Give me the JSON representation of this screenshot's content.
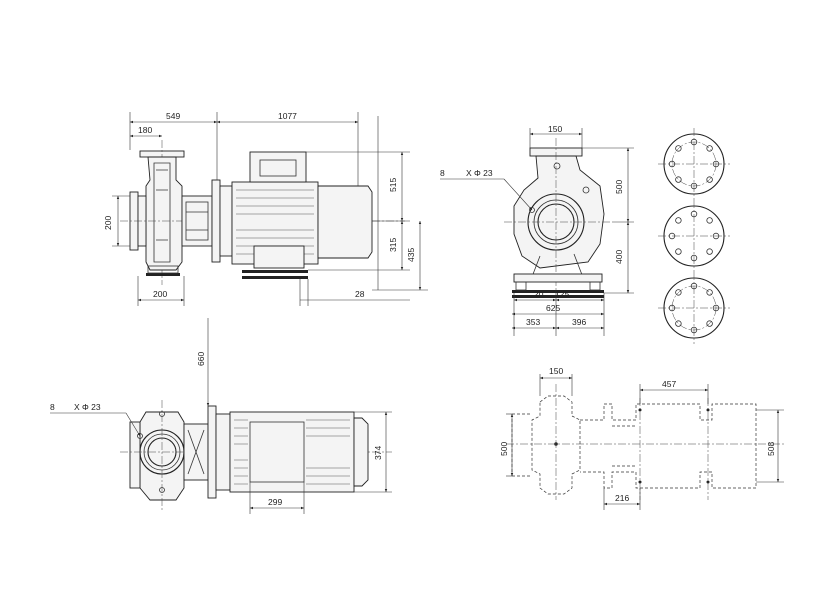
{
  "dimensions": {
    "front": {
      "d549": "549",
      "d180": "180",
      "d1077": "1077",
      "d515": "515",
      "d315": "315",
      "d435": "435",
      "d200v": "200",
      "d200h": "200",
      "d28": "28"
    },
    "side": {
      "d150": "150",
      "d500": "500",
      "d400": "400",
      "d20": "20",
      "d125": "125",
      "d625": "625",
      "d353": "353",
      "d396": "396",
      "holes_count": "8",
      "holes_spec": "X Φ 23"
    },
    "top": {
      "d660": "660",
      "d374": "374",
      "d299": "299",
      "holes_count": "8",
      "holes_spec": "X Φ 23"
    },
    "foundation": {
      "d150": "150",
      "d457": "457",
      "d500": "500",
      "d508": "508",
      "d216": "216"
    }
  }
}
